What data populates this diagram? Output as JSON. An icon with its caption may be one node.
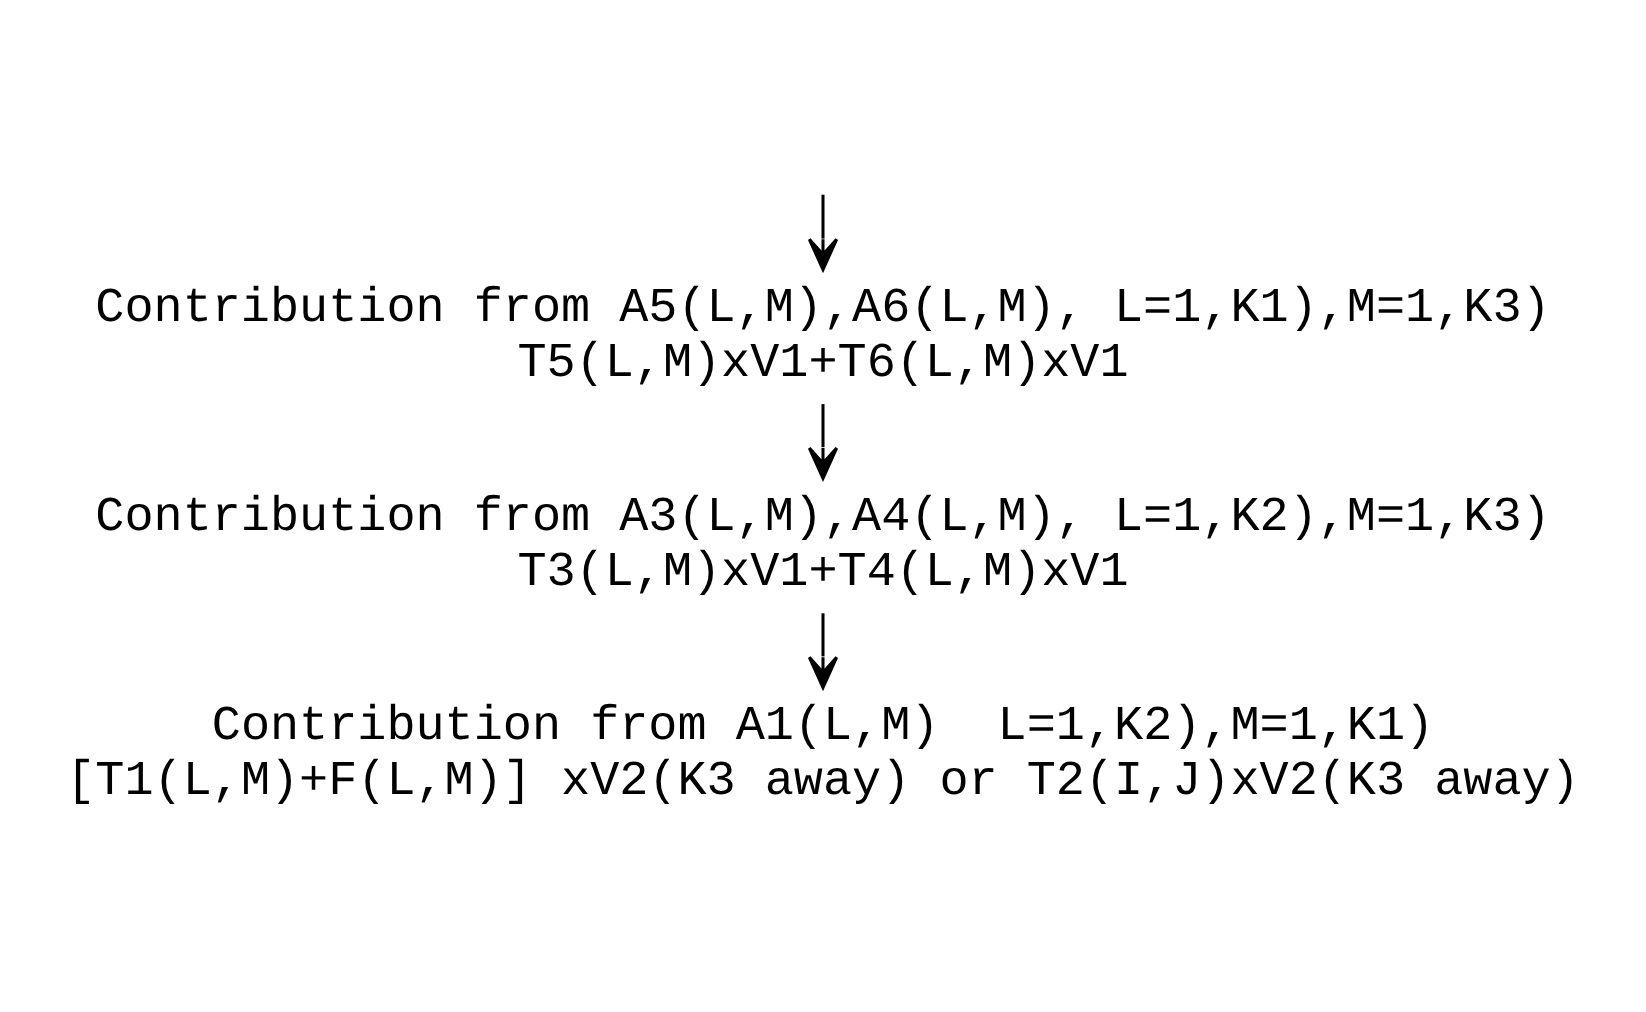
{
  "diagram": {
    "nodes": [
      {
        "text": [
          "Contribution from A5(L,M),A6(L,M), L=1,K1),M=1,K3)",
          "T5(L,M)xV1+T6(L,M)xV1"
        ]
      },
      {
        "text": [
          "Contribution from A3(L,M),A4(L,M), L=1,K2),M=1,K3)",
          "T3(L,M)xV1+T4(L,M)xV1"
        ]
      },
      {
        "text": [
          "Contribution from A1(L,M)  L=1,K2),M=1,K1)",
          "[T1(L,M)+F(L,M)] xV2(K3 away) or T2(I,J)xV2(K3 away)"
        ]
      }
    ],
    "edges": [
      {
        "from": null,
        "to": 0,
        "arrow": "to"
      },
      {
        "from": 0,
        "to": 1,
        "arrow": "to"
      },
      {
        "from": 1,
        "to": 2,
        "arrow": "to"
      }
    ]
  }
}
